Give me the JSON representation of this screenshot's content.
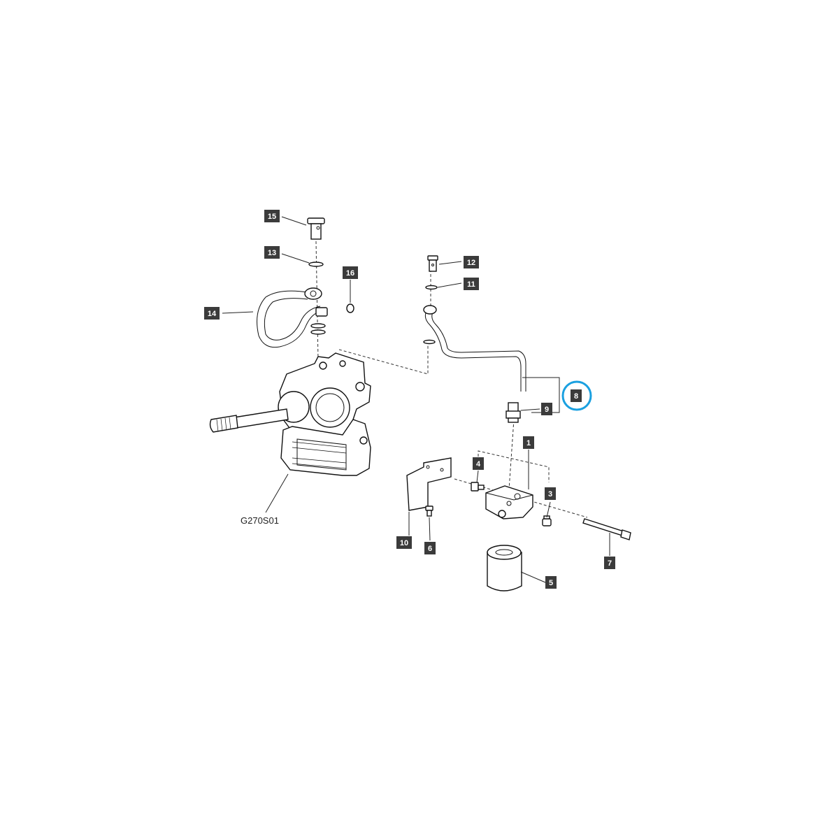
{
  "drawing": {
    "code": "G270S01",
    "highlighted_callout": "8",
    "highlight_color": "#1aa0e0",
    "callout_color": "#3b3b3b"
  },
  "callouts": [
    {
      "label": "1"
    },
    {
      "label": "3"
    },
    {
      "label": "4"
    },
    {
      "label": "5"
    },
    {
      "label": "6"
    },
    {
      "label": "7"
    },
    {
      "label": "8"
    },
    {
      "label": "9"
    },
    {
      "label": "10"
    },
    {
      "label": "11"
    },
    {
      "label": "12"
    },
    {
      "label": "13"
    },
    {
      "label": "14"
    },
    {
      "label": "15"
    },
    {
      "label": "16"
    }
  ]
}
